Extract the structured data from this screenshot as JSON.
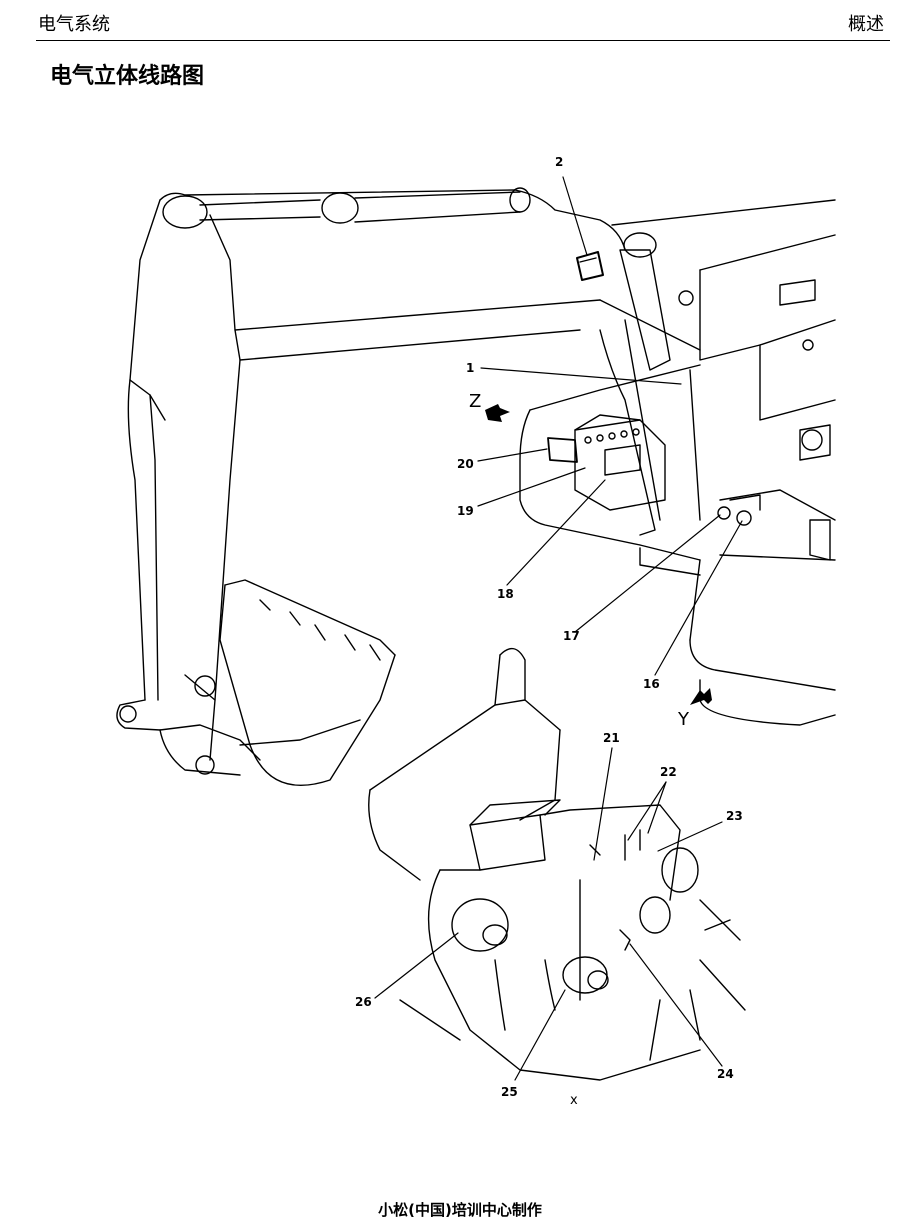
{
  "header": {
    "section": "电气系统",
    "chapter": "概述"
  },
  "page_title": "电气立体线路图",
  "diagram": {
    "callouts": [
      "1",
      "2",
      "16",
      "17",
      "18",
      "19",
      "20",
      "21",
      "22",
      "23",
      "24",
      "25",
      "26"
    ],
    "views": [
      "Z",
      "Y",
      "x"
    ]
  },
  "footer": "小松(中国)培训中心制作"
}
